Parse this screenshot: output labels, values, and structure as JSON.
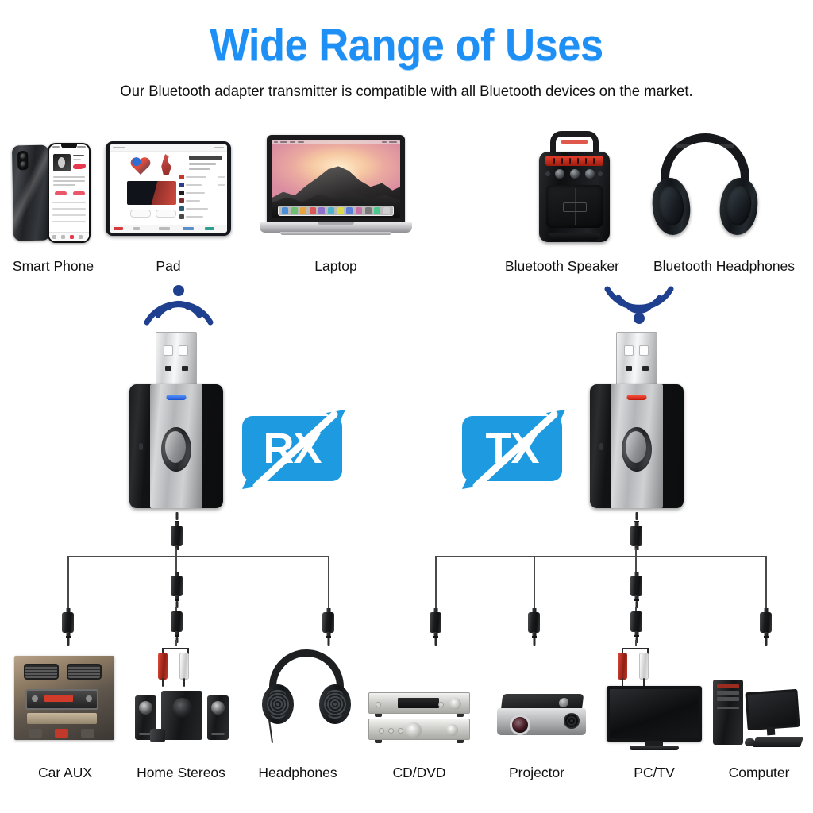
{
  "header": {
    "title": "Wide Range of Uses",
    "subtitle": "Our Bluetooth adapter transmitter is compatible with all Bluetooth devices on the market.",
    "title_color": "#1E90F5"
  },
  "source_devices": [
    {
      "label": "Smart Phone",
      "icon": "smartphone-icon"
    },
    {
      "label": "Pad",
      "icon": "tablet-icon"
    },
    {
      "label": "Laptop",
      "icon": "laptop-icon"
    },
    {
      "label": "Bluetooth Speaker",
      "icon": "speaker-icon"
    },
    {
      "label": "Bluetooth Headphones",
      "icon": "headphones-icon"
    }
  ],
  "modes": {
    "rx": {
      "badge": "RX",
      "badge_color": "#1E9BE0",
      "led_color": "#1b6ff0",
      "signal_icon": "bluetooth-signal-up-icon",
      "signal_color": "#1f3f8f"
    },
    "tx": {
      "badge": "TX",
      "badge_color": "#1E9BE0",
      "led_color": "#e02a1b",
      "signal_icon": "bluetooth-signal-down-icon",
      "signal_color": "#1f3f8f"
    }
  },
  "rx_outputs": [
    {
      "label": "Car AUX",
      "icon": "car-dashboard-icon",
      "connector": "aux-3.5mm"
    },
    {
      "label": "Home Stereos",
      "icon": "desktop-speakers-icon",
      "connector": "rca-red-white"
    },
    {
      "label": "Headphones",
      "icon": "wired-headphones-icon",
      "connector": "aux-3.5mm"
    }
  ],
  "tx_inputs": [
    {
      "label": "CD/DVD",
      "icon": "cd-dvd-player-icon",
      "connector": "aux-3.5mm"
    },
    {
      "label": "Projector",
      "icon": "projector-icon",
      "connector": "aux-3.5mm"
    },
    {
      "label": "PC/TV",
      "icon": "television-icon",
      "connector": "rca-red-white"
    },
    {
      "label": "Computer",
      "icon": "desktop-computer-icon",
      "connector": "aux-3.5mm"
    }
  ],
  "hardware": {
    "connector_type": "usb-a-plug",
    "audio_jack": "3.5mm-plug",
    "button": "pairing-button"
  }
}
